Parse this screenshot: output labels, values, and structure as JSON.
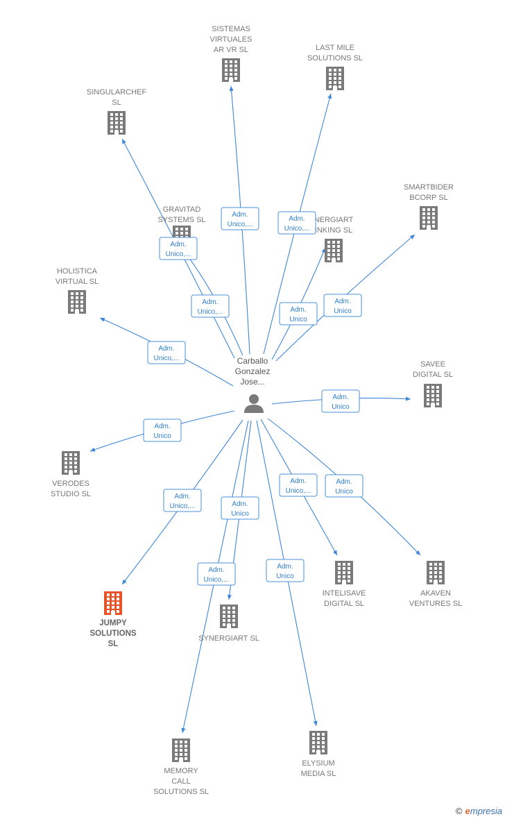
{
  "colors": {
    "edge": "#3f86d8",
    "node": "#7a7a7a",
    "highlight": "#e8542a",
    "label": "#777777"
  },
  "center": {
    "lines": [
      "Carballo",
      "Gonzalez",
      "Jose..."
    ],
    "icon": "person-icon"
  },
  "nodes": [
    {
      "id": "sistemas",
      "lines": [
        "SISTEMAS",
        "VIRTUALES",
        "AR VR  SL"
      ],
      "icon": "building-icon"
    },
    {
      "id": "lastmile",
      "lines": [
        "LAST MILE",
        "SOLUTIONS  SL"
      ],
      "icon": "building-icon"
    },
    {
      "id": "singularchef",
      "lines": [
        "SINGULARCHEF",
        "SL"
      ],
      "icon": "building-icon"
    },
    {
      "id": "smartbider",
      "lines": [
        "SMARTBIDER",
        "BCORP  SL"
      ],
      "icon": "building-icon"
    },
    {
      "id": "gravitad",
      "lines": [
        "GRAVITAD",
        "SYSTEMS  SL"
      ],
      "icon": "building-icon"
    },
    {
      "id": "nergiart",
      "lines": [
        "NERGIART",
        "INKING  SL"
      ],
      "icon": "building-icon"
    },
    {
      "id": "holistica",
      "lines": [
        "HOLISTICA",
        "VIRTUAL  SL"
      ],
      "icon": "building-icon"
    },
    {
      "id": "savee",
      "lines": [
        "SAVEE",
        "DIGITAL  SL"
      ],
      "icon": "building-icon"
    },
    {
      "id": "verodes",
      "lines": [
        "VERODES",
        "STUDIO SL"
      ],
      "icon": "building-icon"
    },
    {
      "id": "jumpy",
      "lines": [
        "JUMPY",
        "SOLUTIONS",
        "SL"
      ],
      "icon": "building-icon",
      "highlight": true
    },
    {
      "id": "synergiart",
      "lines": [
        "SYNERGIART SL"
      ],
      "icon": "building-icon"
    },
    {
      "id": "intelisave",
      "lines": [
        "INTELISAVE",
        "DIGITAL  SL"
      ],
      "icon": "building-icon"
    },
    {
      "id": "akaven",
      "lines": [
        "AKAVEN",
        "VENTURES  SL"
      ],
      "icon": "building-icon"
    },
    {
      "id": "memory",
      "lines": [
        "MEMORY",
        "CALL",
        "SOLUTIONS  SL"
      ],
      "icon": "building-icon"
    },
    {
      "id": "elysium",
      "lines": [
        "ELYSIUM",
        "MEDIA  SL"
      ],
      "icon": "building-icon"
    }
  ],
  "edges": [
    {
      "to": "sistemas",
      "label": [
        "Adm.",
        "Unico,..."
      ]
    },
    {
      "to": "lastmile",
      "label": [
        "Adm.",
        "Unico,..."
      ]
    },
    {
      "to": "singularchef",
      "label": [
        "Adm.",
        "Unico,..."
      ]
    },
    {
      "to": "gravitad",
      "label": [
        "Adm.",
        "Unico,..."
      ]
    },
    {
      "to": "nergiart",
      "label": [
        "Adm.",
        "Unico"
      ]
    },
    {
      "to": "smartbider",
      "label": [
        "Adm.",
        "Unico"
      ]
    },
    {
      "to": "holistica",
      "label": [
        "Adm.",
        "Unico,..."
      ]
    },
    {
      "to": "savee",
      "label": [
        "Adm.",
        "Unico"
      ]
    },
    {
      "to": "verodes",
      "label": [
        "Adm.",
        "Unico"
      ]
    },
    {
      "to": "jumpy",
      "label": [
        "Adm.",
        "Unico,..."
      ]
    },
    {
      "to": "synergiart",
      "label": [
        "Adm.",
        "Unico"
      ]
    },
    {
      "to": "memory",
      "label": [
        "Adm.",
        "Unico,..."
      ]
    },
    {
      "to": "elysium",
      "label": [
        "Adm.",
        "Unico"
      ]
    },
    {
      "to": "intelisave",
      "label": [
        "Adm.",
        "Unico,..."
      ]
    },
    {
      "to": "akaven",
      "label": [
        "Adm.",
        "Unico"
      ]
    }
  ],
  "watermark": {
    "copyright": "©",
    "brand_initial": "e",
    "brand_rest": "mpresia"
  }
}
